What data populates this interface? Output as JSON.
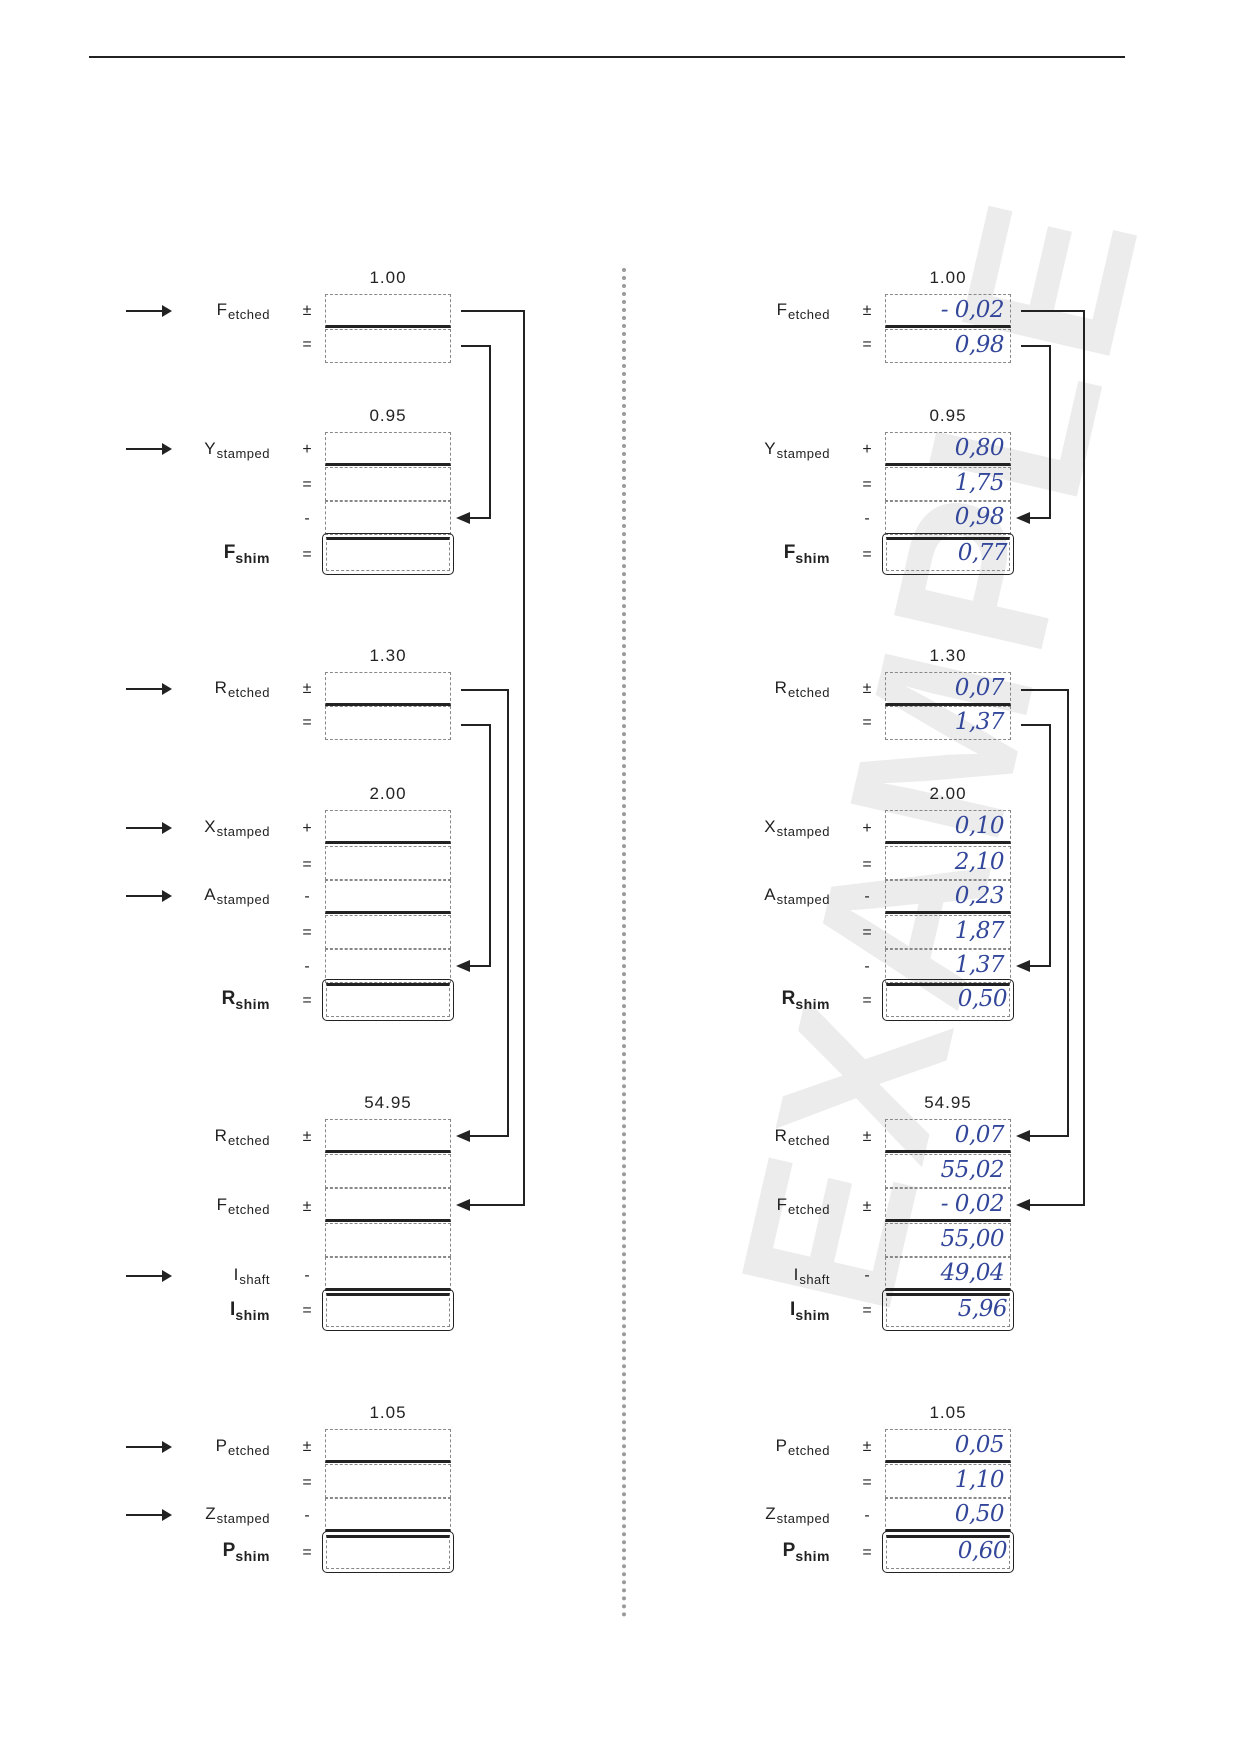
{
  "watermark": "EXAMPLE",
  "sections": {
    "f": {
      "ref": "1.00",
      "label": {
        "base": "F",
        "sub": "etched"
      },
      "rows": [
        {
          "op": "±",
          "value": "- 0,02"
        },
        {
          "op": "=",
          "value": "0,98"
        }
      ]
    },
    "fshim": {
      "ref": "0.95",
      "label_y": {
        "base": "Y",
        "sub": "stamped"
      },
      "rows": [
        {
          "op": "+",
          "value": "0,80"
        },
        {
          "op": "=",
          "value": "1,75"
        },
        {
          "op": "-",
          "value": "0,98"
        }
      ],
      "result_label": {
        "base": "F",
        "sub": "shim"
      },
      "result_op": "=",
      "result_value": "0,77"
    },
    "r": {
      "ref": "1.30",
      "label": {
        "base": "R",
        "sub": "etched"
      },
      "rows": [
        {
          "op": "±",
          "value": "0,07"
        },
        {
          "op": "=",
          "value": "1,37"
        }
      ]
    },
    "rshim": {
      "ref": "2.00",
      "label_x": {
        "base": "X",
        "sub": "stamped"
      },
      "label_a": {
        "base": "A",
        "sub": "stamped"
      },
      "rows": [
        {
          "op": "+",
          "value": "0,10"
        },
        {
          "op": "=",
          "value": "2,10"
        },
        {
          "op": "-",
          "value": "0,23"
        },
        {
          "op": "=",
          "value": "1,87"
        },
        {
          "op": "-",
          "value": "1,37"
        }
      ],
      "result_label": {
        "base": "R",
        "sub": "shim"
      },
      "result_op": "=",
      "result_value": "0,50"
    },
    "ishim": {
      "ref": "54.95",
      "label_r": {
        "base": "R",
        "sub": "etched"
      },
      "label_f": {
        "base": "F",
        "sub": "etched"
      },
      "label_i": {
        "base": "I",
        "sub": "shaft"
      },
      "rows": [
        {
          "op": "±",
          "value": "0,07"
        },
        {
          "op": "",
          "value": "55,02"
        },
        {
          "op": "±",
          "value": "- 0,02"
        },
        {
          "op": "",
          "value": "55,00"
        },
        {
          "op": "-",
          "value": "49,04"
        }
      ],
      "result_label": {
        "base": "I",
        "sub": "shim"
      },
      "result_op": "=",
      "result_value": "5,96"
    },
    "pshim": {
      "ref": "1.05",
      "label_p": {
        "base": "P",
        "sub": "etched"
      },
      "label_z": {
        "base": "Z",
        "sub": "stamped"
      },
      "rows": [
        {
          "op": "±",
          "value": "0,05"
        },
        {
          "op": "=",
          "value": "1,10"
        },
        {
          "op": "-",
          "value": "0,50"
        }
      ],
      "result_label": {
        "base": "P",
        "sub": "shim"
      },
      "result_op": "=",
      "result_value": "0,60"
    }
  },
  "colors": {
    "handwriting": "#33479a",
    "watermark": "#ececec",
    "ink": "#222222"
  }
}
